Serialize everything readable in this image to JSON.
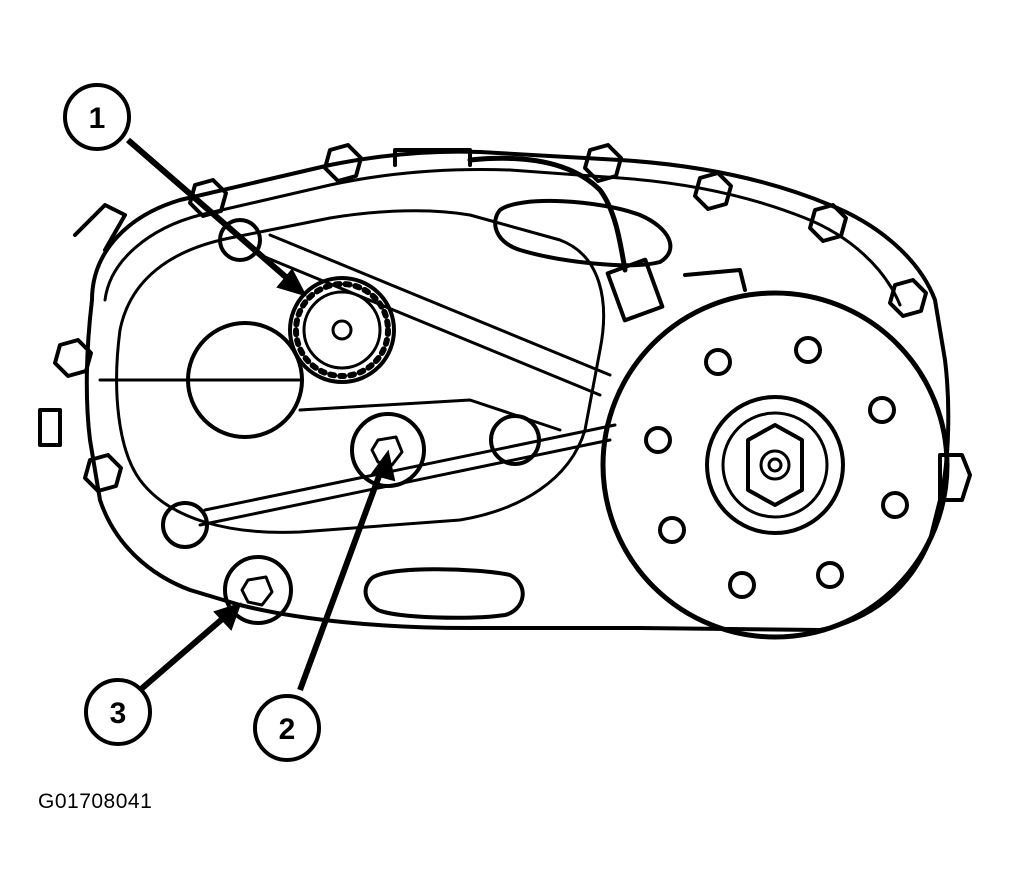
{
  "callouts": [
    {
      "label": "1"
    },
    {
      "label": "2"
    },
    {
      "label": "3"
    }
  ],
  "figure_id": "G01708041",
  "colors": {
    "line": "#000000",
    "background": "#ffffff"
  }
}
